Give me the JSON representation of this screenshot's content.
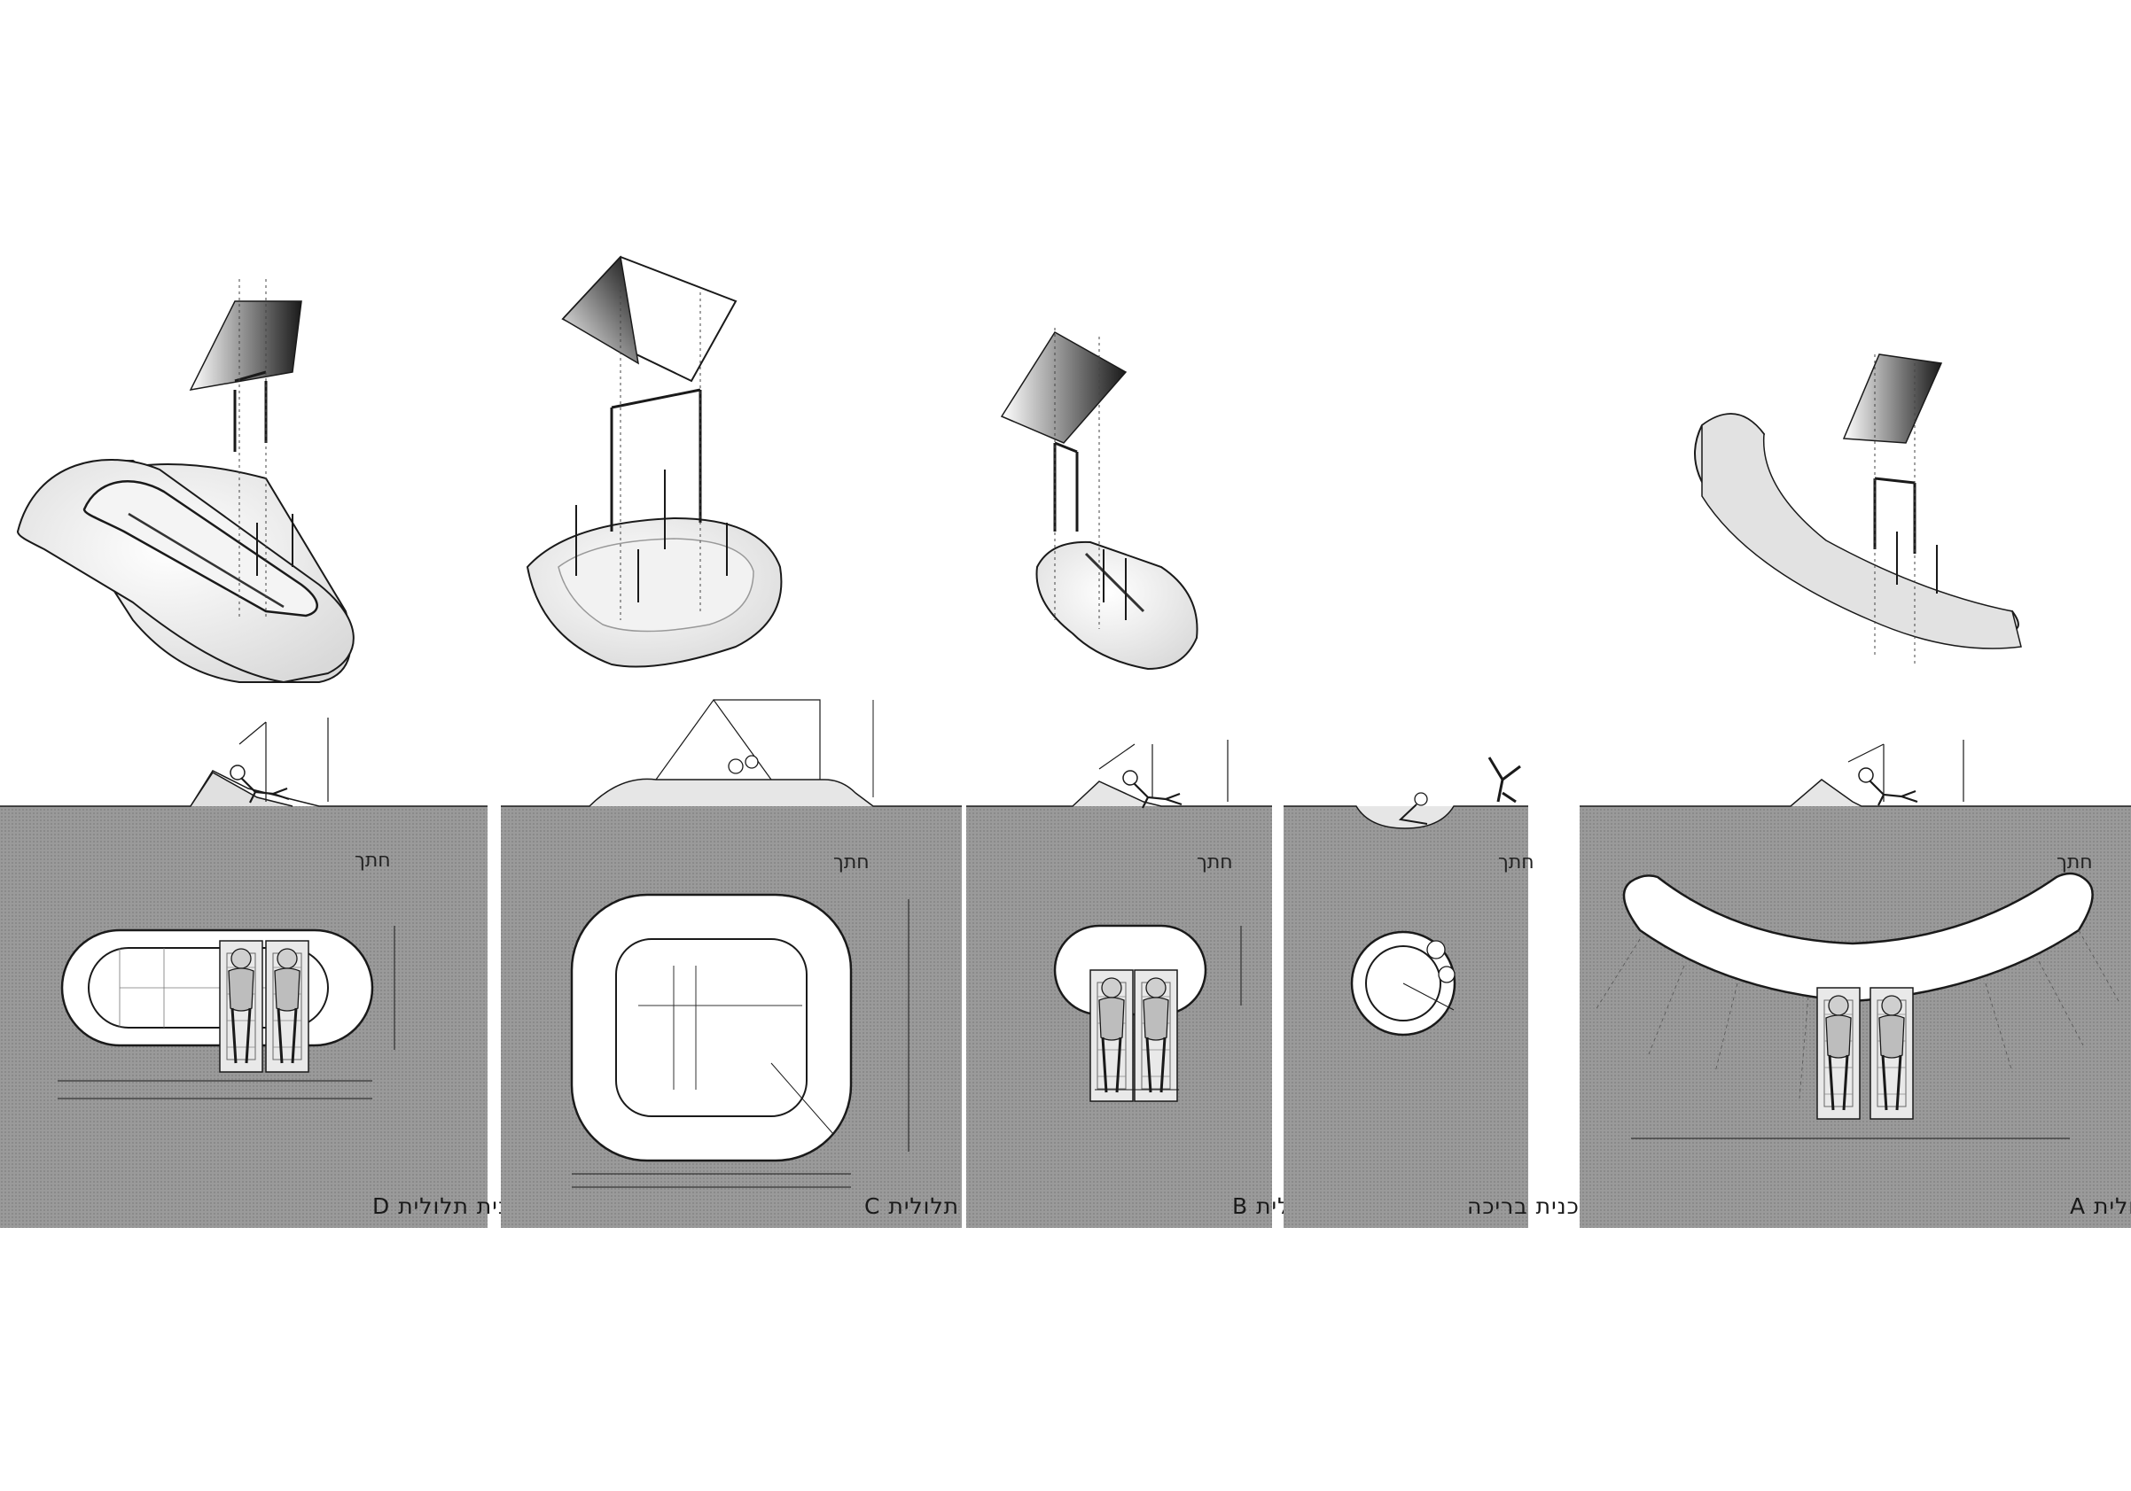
{
  "colors": {
    "ground": "#9a9a9a",
    "ground_dot": "#7e7e7e",
    "object_fill": "#ffffff",
    "stroke": "#1a1a1a",
    "shadow": "#d8d8d8"
  },
  "panels": [
    {
      "id": "d",
      "section_label": "חתך",
      "title": "תכנית תלולית D"
    },
    {
      "id": "c",
      "section_label": "חתך",
      "title": "תכנית תלולית C"
    },
    {
      "id": "b",
      "section_label": "חתך",
      "title": "תכנית תלולית B"
    },
    {
      "id": "pool",
      "section_label": "חתך",
      "title": "תכנית בריכה"
    },
    {
      "id": "a",
      "section_label": "חתך",
      "title": "תכנית תלולית A"
    }
  ],
  "icons": {
    "canopy": "folded-canopy-icon",
    "frame": "canopy-frame-icon",
    "person": "sunbather-figure-icon",
    "lounger": "sun-lounger-icon"
  }
}
